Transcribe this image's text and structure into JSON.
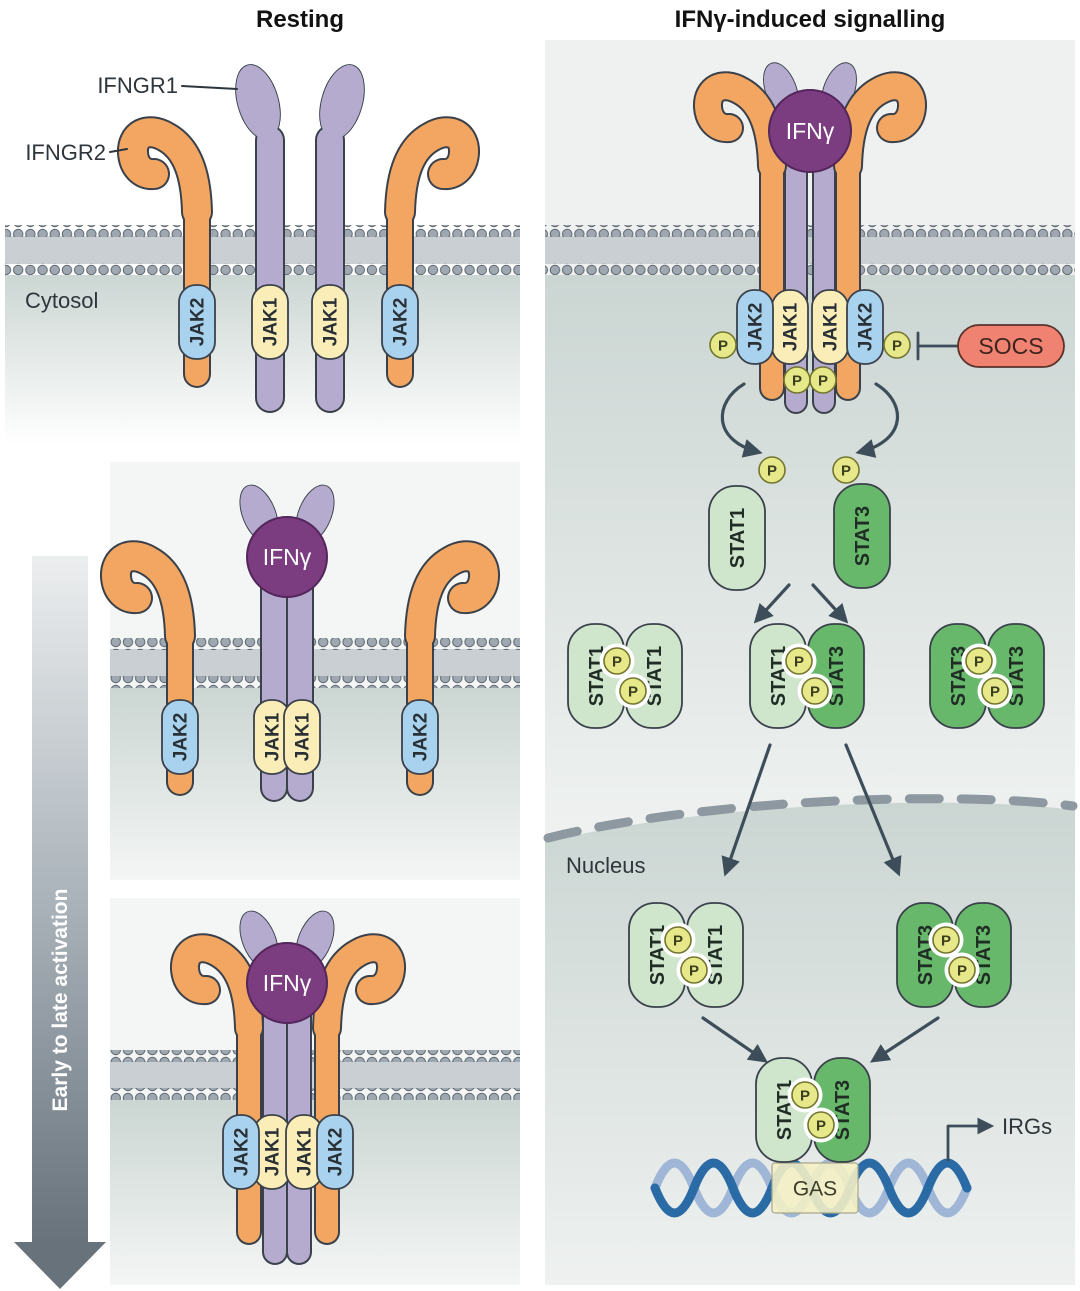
{
  "titles": {
    "left": "Resting",
    "right": "IFNγ-induced signalling"
  },
  "labels": {
    "ifngr1": "IFNGR1",
    "ifngr2": "IFNGR2",
    "cytosol": "Cytosol",
    "nucleus": "Nucleus",
    "ifng": "IFNγ",
    "jak1": "JAK1",
    "jak2": "JAK2",
    "stat1": "STAT1",
    "stat3": "STAT3",
    "p": "P",
    "socs": "SOCS",
    "gas": "GAS",
    "irgs": "IRGs",
    "timeline": "Early to late activation"
  },
  "colors": {
    "ifngr1": "#b5abcf",
    "ifngr2": "#f2a661",
    "jak1": "#fbedb7",
    "jak2": "#a9d2ee",
    "ifng": "#7b3d7f",
    "stat1": "#cfe6cd",
    "stat3": "#68b86b",
    "phospho": "#e6e88a",
    "socs": "#ef8270",
    "membrane_head": "#9fa8b0",
    "membrane_band": "#c9cfd3",
    "arrow": "#3d4d59",
    "dna_dark": "#2a6aa5",
    "dna_light": "#9fb6d6",
    "gas_box": "#f3efc5",
    "outline": "#3a414b"
  }
}
